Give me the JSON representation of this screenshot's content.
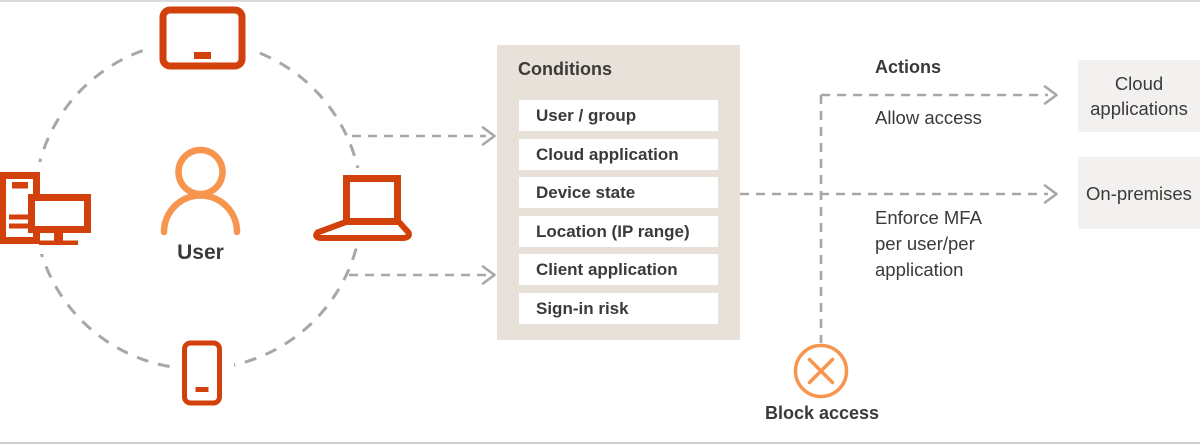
{
  "diagram": {
    "user": {
      "label": "User"
    },
    "conditions": {
      "title": "Conditions",
      "items": [
        "User / group",
        "Cloud application",
        "Device state",
        "Location (IP range)",
        "Client application",
        "Sign-in risk"
      ]
    },
    "actions": {
      "title": "Actions",
      "allow_label": "Allow access",
      "enforce_label": "Enforce MFA\nper user/per\napplication",
      "block_label": "Block access"
    },
    "destinations": {
      "cloud_label": "Cloud\napplications",
      "onprem_label": "On-premises"
    },
    "icons": {
      "tablet": "tablet-icon",
      "desktop": "desktop-pc-icon",
      "laptop": "laptop-icon",
      "phone": "phone-icon",
      "user": "user-person-icon",
      "block": "block-access-x-icon"
    },
    "colors": {
      "device_orange": "#D2410B",
      "accent_orange": "#F7944D",
      "connector_gray": "#A7A7A7",
      "panel_beige": "#E8E1D9",
      "destination_gray": "#F2F1F0",
      "text_dark": "#3B3A39"
    }
  }
}
